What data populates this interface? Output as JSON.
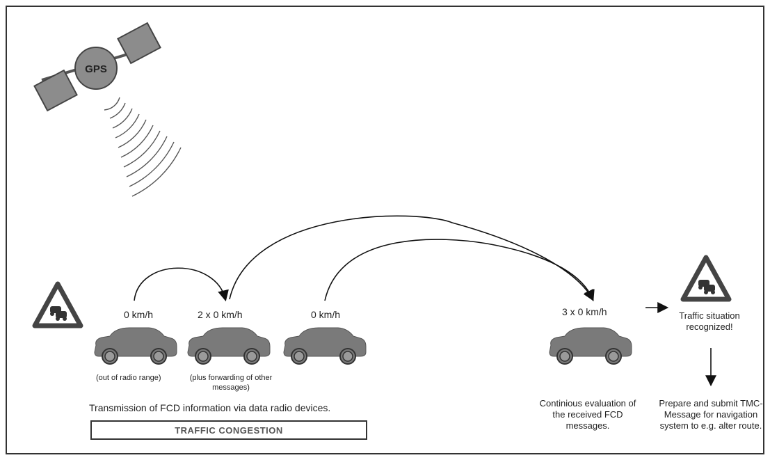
{
  "satellite": {
    "label": "GPS"
  },
  "speeds": {
    "car1": "0 km/h",
    "car2": "2 x 0 km/h",
    "car3": "0 km/h",
    "car4": "3 x 0 km/h"
  },
  "notes": {
    "car1": "(out of radio range)",
    "car2": "(plus forwarding of other messages)"
  },
  "caption": "Transmission of FCD information via data radio devices.",
  "congestion_label": "TRAFFIC CONGESTION",
  "evaluation_text": "Continious evaluation of the received FCD messages.",
  "recognized_text": "Traffic situation recognized!",
  "submit_text": "Prepare and submit TMC-Message for navigation system to e.g. alter route.",
  "colors": {
    "car": "#7a7a7a",
    "satellite": "#8c8c8c",
    "sign_border": "#444444"
  },
  "icons": [
    "satellite-icon",
    "radio-waves-icon",
    "traffic-jam-sign-icon",
    "car-icon",
    "arrow-icon"
  ]
}
